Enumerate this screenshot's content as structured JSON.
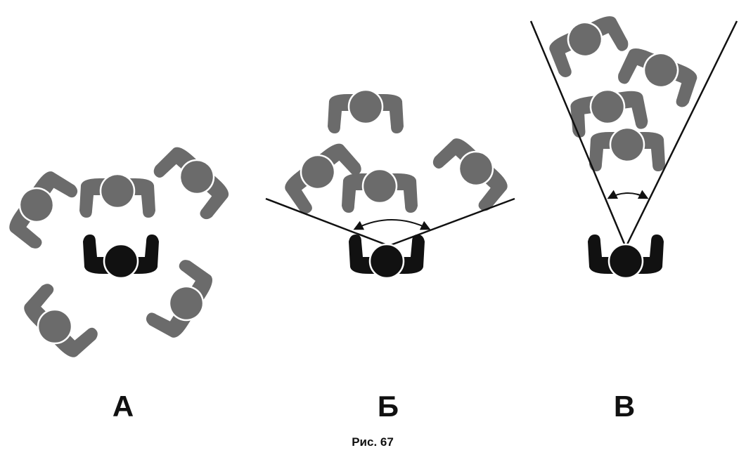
{
  "panels": [
    {
      "label": "А",
      "description_icon": "circle-arrangement"
    },
    {
      "label": "Б",
      "description_icon": "wide-angle-arrangement"
    },
    {
      "label": "В",
      "description_icon": "narrow-angle-arrangement"
    }
  ],
  "caption": "Рис. 67",
  "colors": {
    "listener": "#6b6b6b",
    "speaker": "#111111",
    "line": "#111111"
  }
}
